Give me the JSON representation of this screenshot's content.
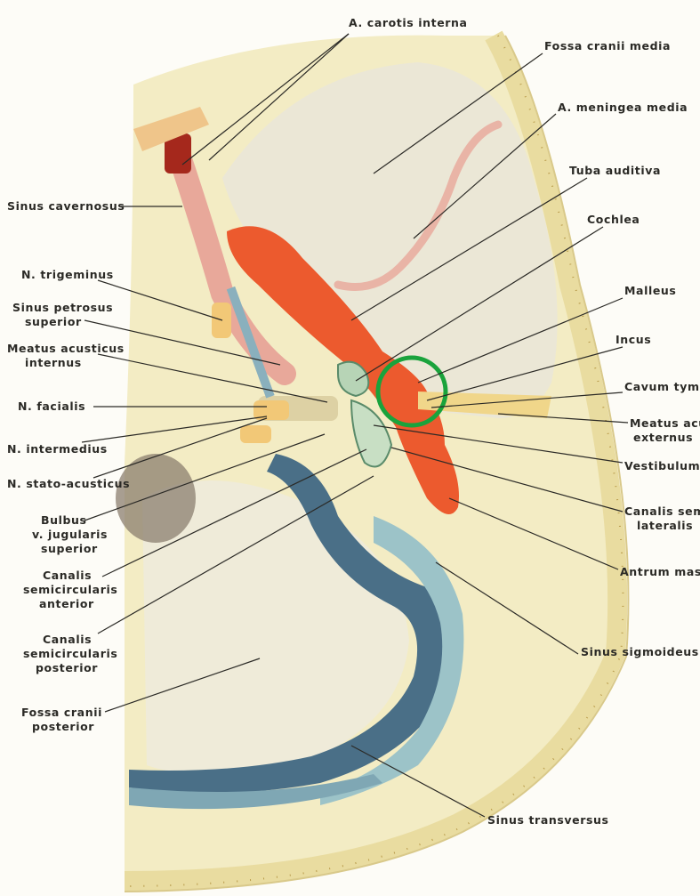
{
  "labels": {
    "carotis_interna": "A. carotis interna",
    "fossa_cranii_media": "Fossa cranii media",
    "meningea_media": "A. meningea media",
    "tuba_auditiva": "Tuba auditiva",
    "cochlea": "Cochlea",
    "malleus": "Malleus",
    "incus": "Incus",
    "cavum_tym": "Cavum tym",
    "meatus_ac_ext_1": "Meatus acu",
    "meatus_ac_ext_2": "externus",
    "vestibulum": "Vestibulum",
    "canalis_sem_lat_1": "Canalis sem",
    "canalis_sem_lat_2": "lateralis",
    "antrum_mas": "Antrum mas",
    "sinus_sigmoideus": "Sinus sigmoideus",
    "sinus_transversus": "Sinus transversus",
    "sinus_cavernosus": "Sinus cavernosus",
    "n_trigeminus": "N. trigeminus",
    "sinus_petrosus_1": "Sinus petrosus",
    "sinus_petrosus_2": "superior",
    "meatus_int_1": "Meatus acusticus",
    "meatus_int_2": "internus",
    "n_facialis": "N. facialis",
    "n_intermedius": "N. intermedius",
    "n_stato_acusticus": "N. stato-acusticus",
    "bulbus_1": "Bulbus",
    "bulbus_2": "v. jugularis",
    "bulbus_3": "superior",
    "canalis_ant_1": "Canalis",
    "canalis_ant_2": "semicircularis",
    "canalis_ant_3": "anterior",
    "canalis_post_1": "Canalis",
    "canalis_post_2": "semicircularis",
    "canalis_post_3": "posterior",
    "fossa_post_1": "Fossa cranii",
    "fossa_post_2": "posterior"
  },
  "colors": {
    "background": "#fdfcf7",
    "bone": "#f3ecc4",
    "fossa": "#efebd9",
    "artery": "#e8a89a",
    "tube": "#ec5a2e",
    "sinus": "#4a6f87",
    "sinus_light": "#9cc3c8",
    "nerve": "#f2c877",
    "highlight": "#1aa33c",
    "text": "#2b2a26"
  }
}
